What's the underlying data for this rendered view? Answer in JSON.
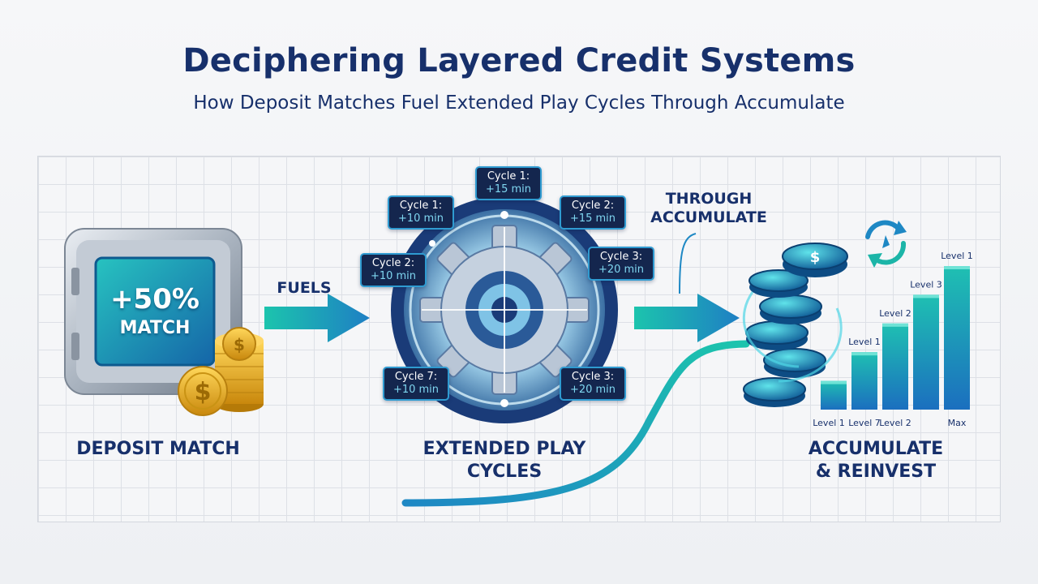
{
  "title": "Deciphering Layered Credit Systems",
  "subtitle": "How Deposit Matches Fuel Extended Play Cycles Through Accumulate",
  "deposit": {
    "vault_percent": "+50%",
    "vault_match": "MATCH",
    "label": "DEPOSIT MATCH"
  },
  "connectors": {
    "fuels": "FUELS",
    "through_line1": "THROUGH",
    "through_line2": "ACCUMULATE"
  },
  "cycles": {
    "label_line1": "EXTENDED PLAY",
    "label_line2": "CYCLES",
    "badges": [
      {
        "name": "Cycle 1:",
        "value": "+15 min"
      },
      {
        "name": "Cycle 1:",
        "value": "+10 min"
      },
      {
        "name": "Cycle 2:",
        "value": "+15 min"
      },
      {
        "name": "Cycle 2:",
        "value": "+10 min"
      },
      {
        "name": "Cycle 3:",
        "value": "+20 min"
      },
      {
        "name": "Cycle 7:",
        "value": "+10 min"
      },
      {
        "name": "Cycle 3:",
        "value": "+20 min"
      }
    ]
  },
  "accumulate": {
    "label_line1": "ACCUMULATE",
    "label_line2": "& REINVEST",
    "icons": [
      "coin-stack-icon",
      "recycle-arrows-icon"
    ]
  },
  "chart_data": {
    "type": "bar",
    "categories": [
      "Level 1",
      "Level 7",
      "Level 2",
      "",
      "Max"
    ],
    "values": [
      1,
      2,
      3,
      4,
      5
    ],
    "bar_labels": [
      "",
      "Level 1",
      "Level 2",
      "Level 3",
      "Level 1"
    ],
    "title": "",
    "xlabel": "",
    "ylabel": "",
    "ylim": [
      0,
      5
    ],
    "grid": false,
    "colors": [
      "#1aa7b0",
      "#1e88c4"
    ]
  },
  "colors": {
    "navy": "#17306b",
    "teal": "#1bb3a9",
    "blue": "#1e88c4",
    "gold": "#e8ac1c"
  }
}
